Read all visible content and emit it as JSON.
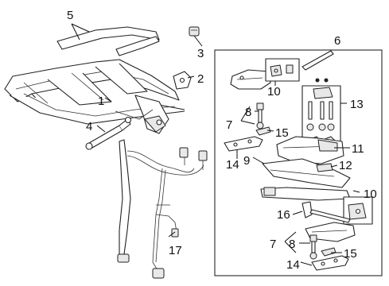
{
  "diagram": {
    "callouts": [
      {
        "id": "c1",
        "label": "1"
      },
      {
        "id": "c2",
        "label": "2"
      },
      {
        "id": "c3",
        "label": "3"
      },
      {
        "id": "c4",
        "label": "4"
      },
      {
        "id": "c5",
        "label": "5"
      },
      {
        "id": "c6",
        "label": "6"
      },
      {
        "id": "c7a",
        "label": "7"
      },
      {
        "id": "c7b",
        "label": "7"
      },
      {
        "id": "c8a",
        "label": "8"
      },
      {
        "id": "c8b",
        "label": "8"
      },
      {
        "id": "c9",
        "label": "9"
      },
      {
        "id": "c10a",
        "label": "10"
      },
      {
        "id": "c10b",
        "label": "10"
      },
      {
        "id": "c11",
        "label": "11"
      },
      {
        "id": "c12",
        "label": "12"
      },
      {
        "id": "c13",
        "label": "13"
      },
      {
        "id": "c14a",
        "label": "14"
      },
      {
        "id": "c14b",
        "label": "14"
      },
      {
        "id": "c15a",
        "label": "15"
      },
      {
        "id": "c15b",
        "label": "15"
      },
      {
        "id": "c16",
        "label": "16"
      },
      {
        "id": "c17",
        "label": "17"
      }
    ]
  }
}
